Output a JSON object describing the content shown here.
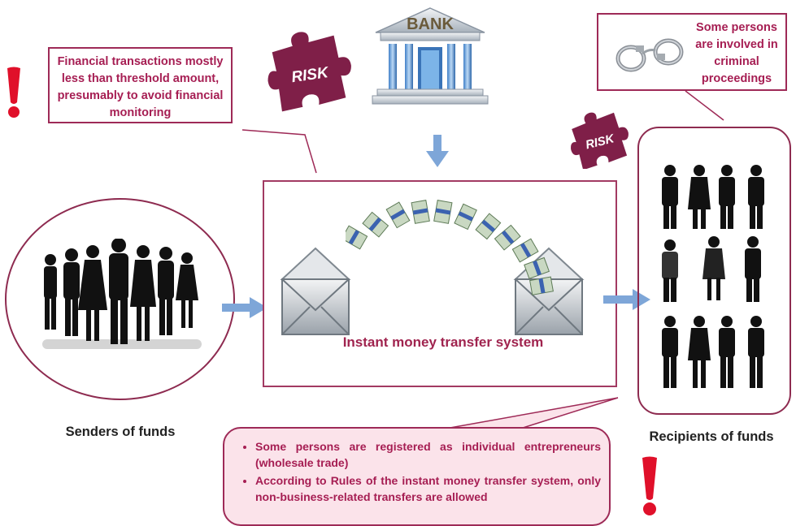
{
  "callouts": {
    "threshold": "Financial transactions mostly less than threshold amount, presumably to avoid financial monitoring",
    "criminal": "Some persons are involved in criminal proceedings"
  },
  "risk_label": "RISK",
  "bank_label": "BANK",
  "system_label": "Instant money transfer system",
  "senders_caption": "Senders of funds",
  "recipients_caption": "Recipients of funds",
  "notes": [
    "Some persons are registered as individual entrepreneurs (wholesale trade)",
    "According to Rules of the instant money transfer system, only non-business-related transfers are allowed"
  ],
  "colors": {
    "accent": "#9e2a57",
    "risk_piece": "#7f1f48",
    "arrow": "#7ea6d8",
    "warning": "#e0102a",
    "note_bg": "#fbe3ea"
  },
  "icons": [
    "exclamation-icon",
    "puzzle-risk-icon",
    "bank-icon",
    "handcuffs-icon",
    "envelope-icon",
    "banknote-icon",
    "people-silhouette-icon"
  ]
}
